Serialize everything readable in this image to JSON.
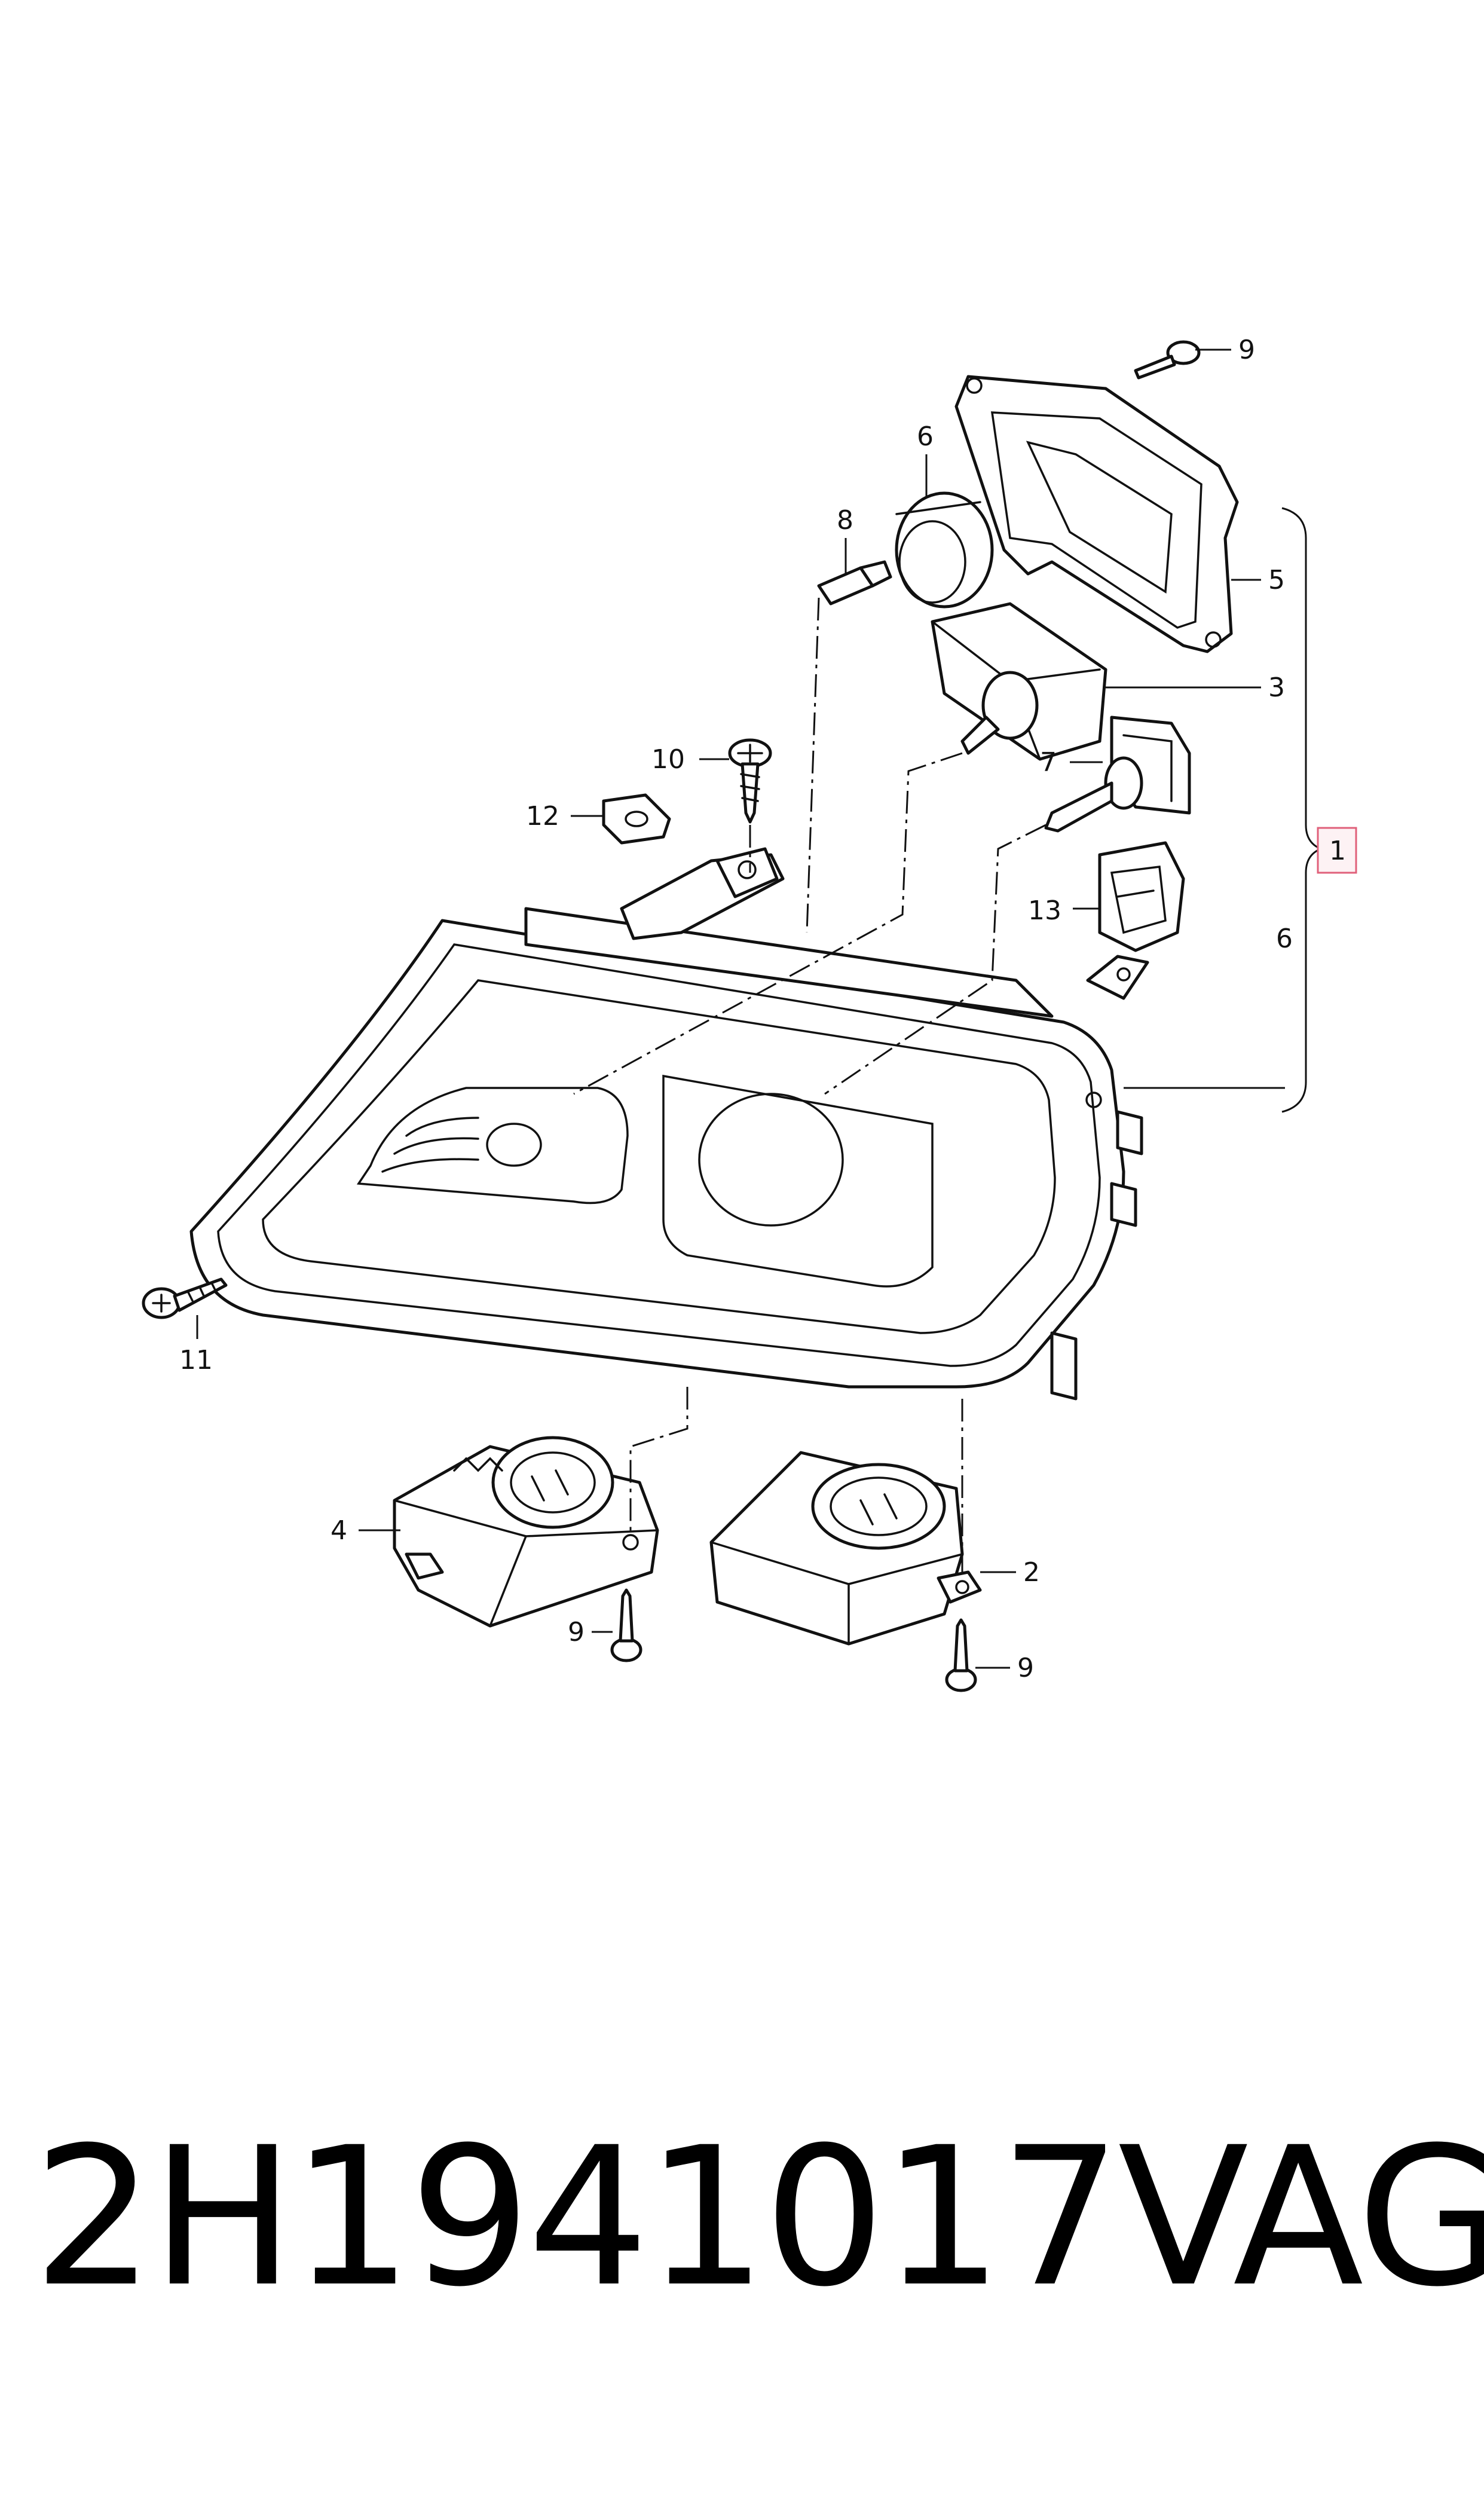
{
  "diagram": {
    "callouts": {
      "c1": "1",
      "c2": "2",
      "c3": "3",
      "c4": "4",
      "c5": "5",
      "c6a": "6",
      "c6b": "6",
      "c7": "7",
      "c8": "8",
      "c9a": "9",
      "c9b": "9",
      "c9c": "9",
      "c10": "10",
      "c11": "11",
      "c12": "12",
      "c13": "13"
    },
    "highlight_color": "#e0607a"
  },
  "caption": {
    "part_number": "2H1941017",
    "brand": "VAG"
  }
}
